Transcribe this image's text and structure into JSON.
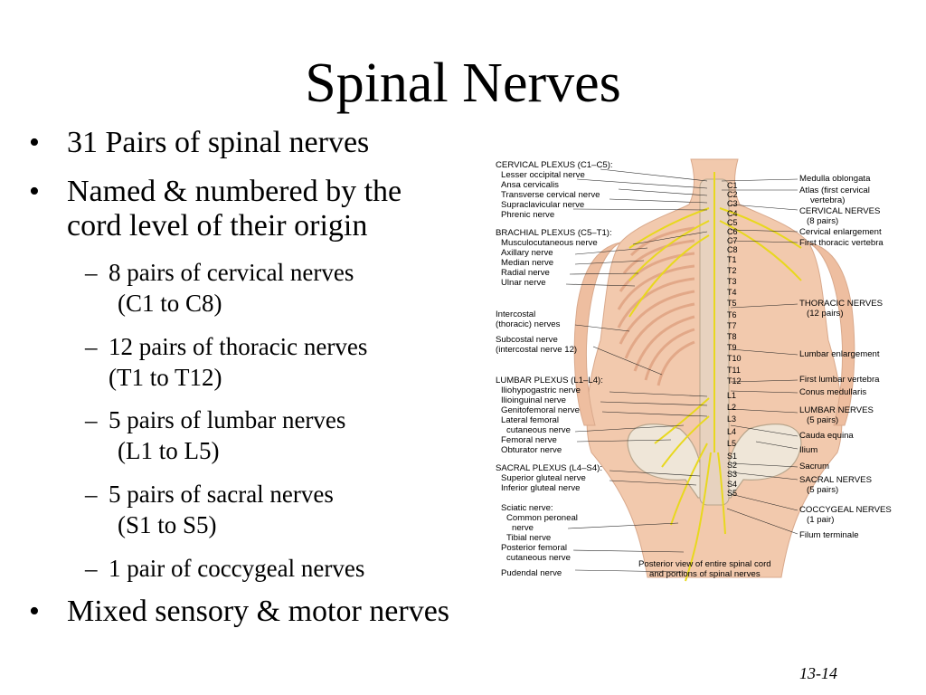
{
  "slide": {
    "title": "Spinal Nerves",
    "bullets": [
      "31 Pairs of spinal nerves",
      "Named & numbered by the",
      "cord level of their origin",
      "Mixed sensory & motor nerves"
    ],
    "sub_bullets": [
      {
        "line1": "8 pairs of cervical nerves",
        "line2": "(C1 to C8)"
      },
      {
        "line1": "12 pairs of thoracic nerves",
        "line2": "(T1 to T12)"
      },
      {
        "line1": "5 pairs of lumbar nerves",
        "line2": "(L1 to L5)"
      },
      {
        "line1": "5 pairs of sacral nerves",
        "line2": "(S1 to S5)"
      },
      {
        "line1": "1 pair of coccygeal nerves"
      }
    ],
    "bullet_glyph": "•",
    "dash_glyph": "–",
    "slide_number": "13-14"
  },
  "figure": {
    "left_labels": {
      "cervical_plexus": "CERVICAL PLEXUS (C1–C5):",
      "lesser_occipital": "Lesser occipital nerve",
      "ansa_cervicalis": "Ansa cervicalis",
      "transverse_cervical": "Transverse cervical nerve",
      "supraclavicular": "Supraclavicular nerve",
      "phrenic": "Phrenic nerve",
      "brachial_plexus": "BRACHIAL PLEXUS (C5–T1):",
      "musculocutaneous": "Musculocutaneous nerve",
      "axillary": "Axillary nerve",
      "median": "Median nerve",
      "radial": "Radial nerve",
      "ulnar": "Ulnar nerve",
      "intercostal_1": "Intercostal",
      "intercostal_2": "(thoracic) nerves",
      "subcostal_1": "Subcostal nerve",
      "subcostal_2": "(intercostal nerve 12)",
      "lumbar_plexus": "LUMBAR PLEXUS (L1–L4):",
      "iliohypogastric": "Iliohypogastric nerve",
      "ilioinguinal": "Ilioinguinal nerve",
      "genitofemoral": "Genitofemoral nerve",
      "lateral_femoral_1": "Lateral femoral",
      "lateral_femoral_2": "cutaneous nerve",
      "femoral": "Femoral nerve",
      "obturator": "Obturator nerve",
      "sacral_plexus": "SACRAL PLEXUS (L4–S4):",
      "superior_gluteal": "Superior gluteal nerve",
      "inferior_gluteal": "Inferior gluteal nerve",
      "sciatic": "Sciatic nerve:",
      "common_peroneal_1": "Common peroneal",
      "common_peroneal_2": "nerve",
      "tibial": "Tibial nerve",
      "posterior_femoral_1": "Posterior femoral",
      "posterior_femoral_2": "cutaneous nerve",
      "pudendal": "Pudendal nerve"
    },
    "right_labels": {
      "medulla": "Medulla oblongata",
      "atlas_1": "Atlas (first cervical",
      "atlas_2": "vertebra)",
      "cervical_nerves_1": "CERVICAL NERVES",
      "cervical_nerves_2": "(8 pairs)",
      "cervical_enlargement": "Cervical enlargement",
      "first_thoracic": "First thoracic vertebra",
      "thoracic_nerves_1": "THORACIC NERVES",
      "thoracic_nerves_2": "(12 pairs)",
      "lumbar_enlargement": "Lumbar enlargement",
      "first_lumbar": "First lumbar vertebra",
      "conus_medullaris": "Conus medullaris",
      "lumbar_nerves_1": "LUMBAR NERVES",
      "lumbar_nerves_2": "(5 pairs)",
      "cauda_equina": "Cauda equina",
      "ilium": "Ilium",
      "sacrum": "Sacrum",
      "sacral_nerves_1": "SACRAL NERVES",
      "sacral_nerves_2": "(5 pairs)",
      "coccygeal_nerves_1": "COCCYGEAL NERVES",
      "coccygeal_nerves_2": "(1 pair)",
      "filum_terminale": "Filum terminale"
    },
    "caption_1": "Posterior view of entire spinal cord",
    "caption_2": "and portions of spinal nerves",
    "vertebra_labels": [
      "C1",
      "C2",
      "C3",
      "C4",
      "C5",
      "C6",
      "C7",
      "C8",
      "T1",
      "T2",
      "T3",
      "T4",
      "T5",
      "T6",
      "T7",
      "T8",
      "T9",
      "T10",
      "T11",
      "T12",
      "L1",
      "L2",
      "L3",
      "L4",
      "L5",
      "S1",
      "S2",
      "S3",
      "S4",
      "S5"
    ],
    "colors": {
      "skin": "#f2c9ad",
      "skin_shadow": "#e0a98a",
      "nerve": "#e8d81e",
      "bone": "#efe6d8",
      "bone_edge": "#b8a58c",
      "leader": "#222222"
    }
  }
}
